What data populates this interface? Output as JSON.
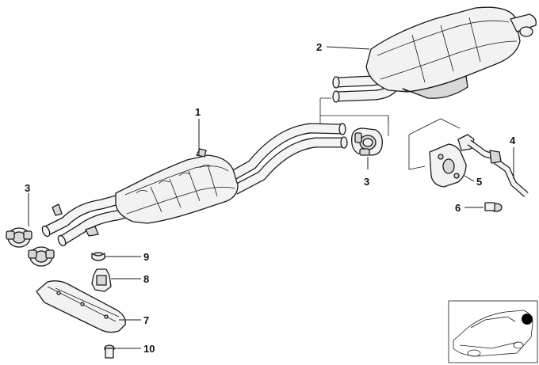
{
  "diagram": {
    "callouts": [
      {
        "id": "1",
        "label": "1"
      },
      {
        "id": "2",
        "label": "2"
      },
      {
        "id": "3a",
        "label": "3"
      },
      {
        "id": "3b",
        "label": "3"
      },
      {
        "id": "4",
        "label": "4"
      },
      {
        "id": "5",
        "label": "5"
      },
      {
        "id": "6",
        "label": "6"
      },
      {
        "id": "7",
        "label": "7"
      },
      {
        "id": "8",
        "label": "8"
      },
      {
        "id": "9",
        "label": "9"
      },
      {
        "id": "10",
        "label": "10"
      }
    ]
  },
  "colors": {
    "line": "#1a1a1a",
    "part_fill": "#f2f2f2",
    "shade": "#d8d8d8",
    "locator_dot": "#000000"
  }
}
